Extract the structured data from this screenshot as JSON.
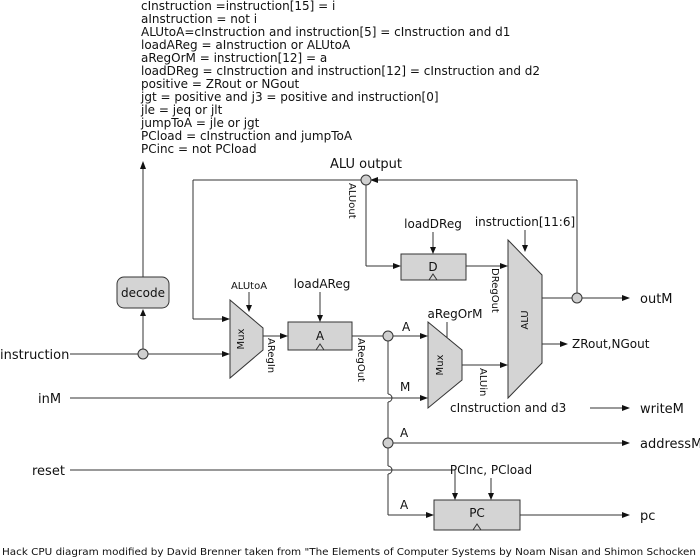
{
  "decode_logic": [
    "cInstruction =instruction[15] = i",
    "aInstruction = not i",
    "ALUtoA=cInstruction and instruction[5] = cInstruction and d1",
    "loadAReg = aInstruction or ALUtoA",
    "aRegOrM = instruction[12] = a",
    "loadDReg = cInstruction and instruction[12] = cInstruction and d2",
    "positive = ZRout or NGout",
    "jgt = positive and j3 = positive and instruction[0]",
    "jle = jeq or jlt",
    "jumpToA = jle or jgt",
    "PCload = cInstruction and jumpToA",
    "PCinc = not PCload"
  ],
  "blocks": {
    "decode": "decode",
    "mux_a": "Mux",
    "a_reg": "A",
    "mux_alu": "Mux",
    "d_reg": "D",
    "alu": "ALU",
    "pc": "PC"
  },
  "signals": {
    "alu_output": "ALU output",
    "alu_out": "ALUout",
    "load_d_reg": "loadDReg",
    "instruction_bits": "instruction[11:6]",
    "d_reg_out": "DRegOut",
    "alu_to_a": "ALUtoA",
    "load_a_reg": "loadAReg",
    "a_reg_in": "ARegIn",
    "a_reg_out": "ARegOut",
    "a_label_1": "A",
    "a_reg_or_m": "aRegOrM",
    "m_label": "M",
    "alu_in": "ALUin",
    "zr_ng": "ZRout,NGout",
    "c_and_d3": "cInstruction and d3",
    "a_label_2": "A",
    "pc_controls": "PCInc, PCload",
    "a_label_3": "A"
  },
  "inputs": {
    "instruction": "instruction",
    "in_m": "inM",
    "reset": "reset"
  },
  "outputs": {
    "out_m": "outM",
    "write_m": "writeM",
    "address_m": "addressM",
    "pc": "pc"
  },
  "caption": "Hack CPU diagram modified by David Brenner taken from \"The Elements of Computer Systems by Noam Nisan and Shimon Schocken"
}
